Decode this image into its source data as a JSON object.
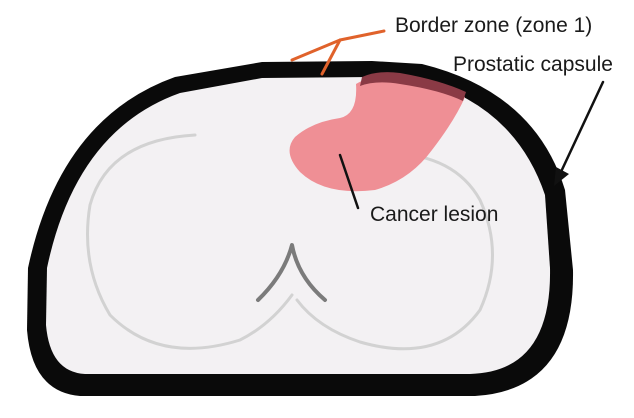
{
  "labels": {
    "border_zone": "Border zone (zone 1)",
    "capsule": "Prostatic capsule",
    "lesion": "Cancer lesion"
  },
  "colors": {
    "capsule": "#0a0a0a",
    "gland_fill": "#f3f1f3",
    "zone_outline": "#d2d2d2",
    "urethra": "#7b7b7b",
    "lesion_fill": "#ef8f95",
    "lesion_overlap": "#8a3a45",
    "border_zone_pointer": "#e0622b",
    "pointer": "#111111",
    "text": "#1a1a1a"
  },
  "icons": {
    "capsule_arrow": "arrowhead-icon"
  }
}
